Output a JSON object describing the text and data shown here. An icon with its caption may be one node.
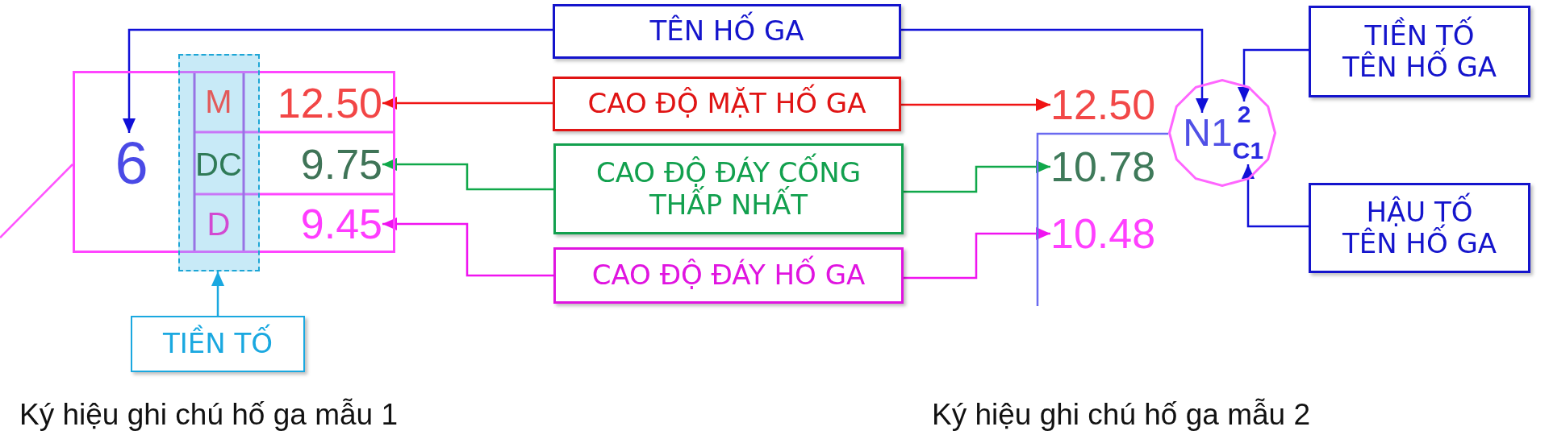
{
  "diagram": {
    "nodes": [
      {
        "text": [],
        "shape": "box"
      },
      {
        "text": [
          "6"
        ],
        "in": 0
      },
      {
        "text": [],
        "shape": "box"
      },
      {
        "text": [
          "M"
        ],
        "in": 2
      },
      {
        "text": [
          "DC"
        ],
        "in": 2
      },
      {
        "text": [
          "D"
        ],
        "in": 2
      },
      {
        "text": [
          "12.50"
        ],
        "in": 0
      },
      {
        "text": [
          "9.75"
        ],
        "in": 0
      },
      {
        "text": [
          "9.45"
        ],
        "in": 0
      },
      {
        "text": [
          "TIỀN TỐ"
        ]
      },
      {
        "text": [
          "TÊN HỐ GA"
        ]
      },
      {
        "text": [
          "CAO ĐỘ MẶT HỐ GA"
        ]
      },
      {
        "text": [
          "CAO ĐỘ ĐÁY CỐNG THẤP NHẤT"
        ]
      },
      {
        "text": [
          "CAO ĐỘ ĐÁY HỐ GA"
        ]
      },
      {
        "text": [
          "12.50"
        ]
      },
      {
        "text": [
          "10.78"
        ]
      },
      {
        "text": [
          "10.48"
        ]
      },
      {
        "text": [],
        "shape": "circle"
      },
      {
        "text": [
          "N1"
        ],
        "in": 17
      },
      {
        "text": [
          "2"
        ],
        "in": 17
      },
      {
        "text": [
          "C1"
        ],
        "in": 17
      },
      {
        "text": [
          "TIỀN TỐ TÊN HỐ GA"
        ]
      },
      {
        "text": [
          "HẬU TỐ TÊN HỐ GA"
        ]
      }
    ],
    "edges": [
      {
        "from": 10,
        "to": 1,
        "arrow": "to"
      },
      {
        "from": 10,
        "to": 18,
        "arrow": "to"
      },
      {
        "from": 11,
        "to": 6,
        "arrow": "to",
        "color": "#f01414"
      },
      {
        "from": 11,
        "to": 14,
        "arrow": "to",
        "color": "#f01414"
      },
      {
        "from": 12,
        "to": 7,
        "arrow": "to",
        "color": "#10a84a"
      },
      {
        "from": 12,
        "to": 15,
        "arrow": "to",
        "color": "#10a84a"
      },
      {
        "from": 13,
        "to": 8,
        "arrow": "to",
        "color": "#f014f0"
      },
      {
        "from": 13,
        "to": 16,
        "arrow": "to",
        "color": "#f014f0"
      },
      {
        "from": 9,
        "to": 2,
        "arrow": "to",
        "color": "#1aa8e0"
      },
      {
        "from": 21,
        "to": 19,
        "arrow": "to"
      },
      {
        "from": 22,
        "to": 20,
        "arrow": "to"
      },
      {
        "from": 0,
        "to": null,
        "arrow": "none",
        "color": "#ff55ff"
      },
      {
        "from": 17,
        "to": null,
        "arrow": "none",
        "color": "#6a6af0"
      }
    ],
    "labels": [
      "Ký hiệu ghi chú hố ga mẫu 1",
      "Ký hiệu ghi chú hố ga mẫu 2"
    ]
  }
}
